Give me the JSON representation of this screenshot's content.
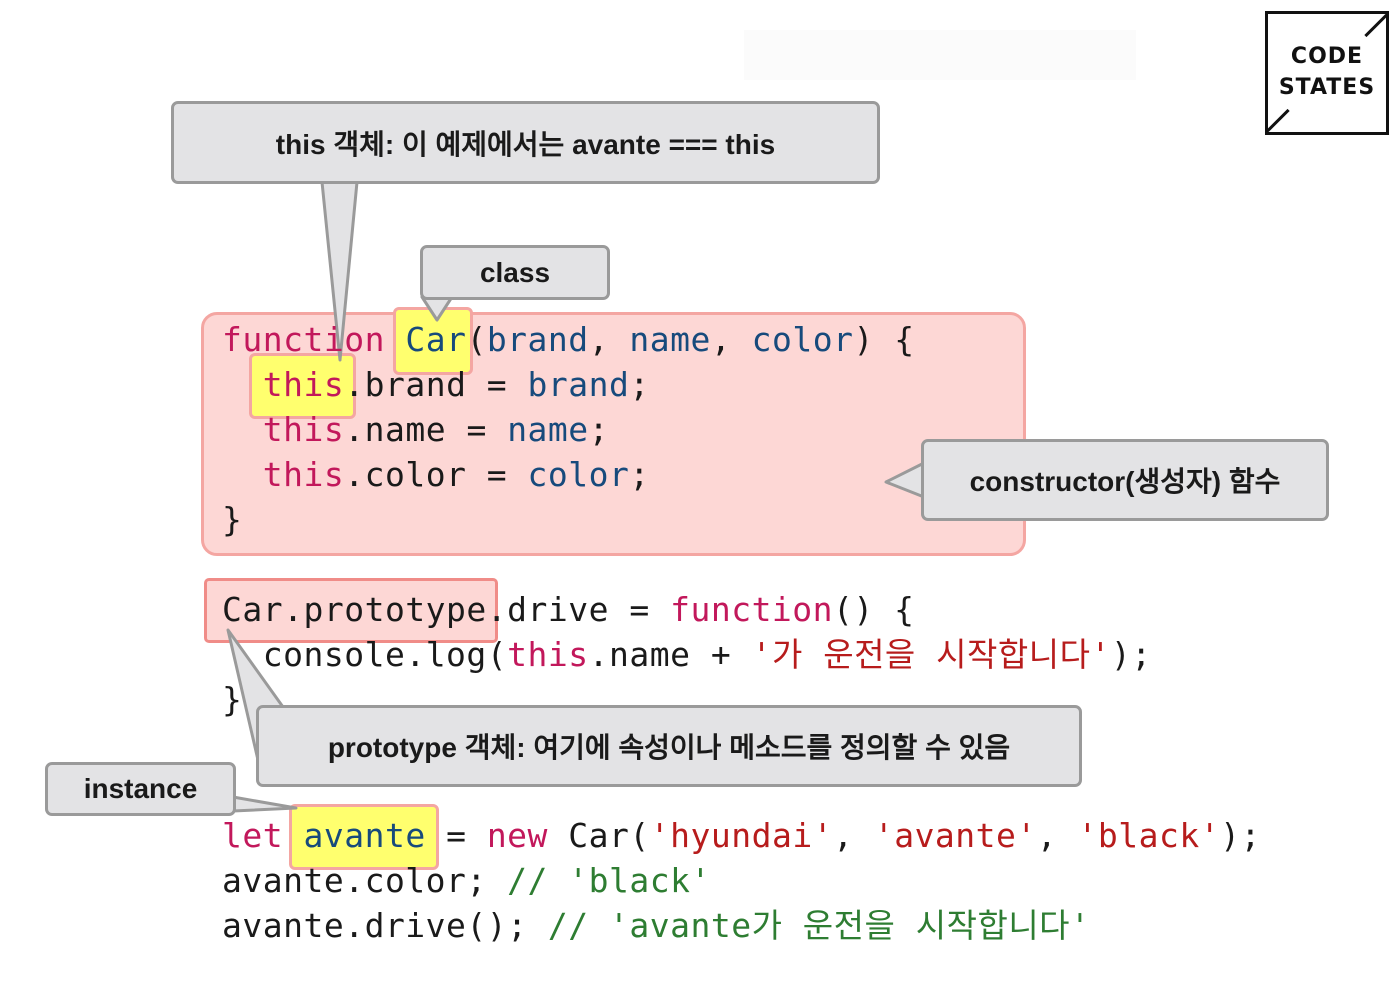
{
  "logo": {
    "line1": "CODE",
    "line2": "STATES"
  },
  "callouts": {
    "this_object": "this 객체: 이 예제에서는 avante === this",
    "class": "class",
    "constructor": "constructor(생성자) 함수",
    "prototype_object": "prototype 객체: 여기에 속성이나 메소드를 정의할 수 있음",
    "instance": "instance"
  },
  "code": {
    "l1": {
      "kw": "function",
      "sp1": " ",
      "name": "Car",
      "open": "(",
      "p1": "brand",
      "c1": ", ",
      "p2": "name",
      "c2": ", ",
      "p3": "color",
      "close": ") {"
    },
    "l2": {
      "indent": "  ",
      "kw": "this",
      "dot": ".brand = ",
      "val": "brand",
      "end": ";"
    },
    "l3": {
      "indent": "  ",
      "kw": "this",
      "dot": ".name = ",
      "val": "name",
      "end": ";"
    },
    "l4": {
      "indent": "  ",
      "kw": "this",
      "dot": ".color = ",
      "val": "color",
      "end": ";"
    },
    "l5": "}",
    "p1": {
      "obj": "Car.prototype",
      "rest": ".drive = ",
      "kw": "function",
      "end": "() {"
    },
    "p2": {
      "indent": "  ",
      "pre": "console.log(",
      "kw": "this",
      "mid": ".name + ",
      "str": "'가 운전을 시작합니다'",
      "end": ");"
    },
    "p3": "}",
    "i1": {
      "kw": "let",
      "sp": " ",
      "var": "avante",
      "eq": " = ",
      "kw2": "new",
      "call": " Car(",
      "s1": "'hyundai'",
      "c1": ", ",
      "s2": "'avante'",
      "c2": ", ",
      "s3": "'black'",
      "end": ");"
    },
    "i2": {
      "pre": "avante.color; ",
      "cmt": "// 'black'"
    },
    "i3": {
      "pre": "avante.drive(); ",
      "cmt": "// 'avante가 운전을 시작합니다'"
    }
  },
  "colors": {
    "keyword": "#c2185b",
    "parameter": "#174a7c",
    "string": "#b71c1c",
    "comment": "#2e7d32",
    "region_fill": "#fdd7d5",
    "highlight": "#ffff6e",
    "callout_fill": "#e3e3e5"
  }
}
